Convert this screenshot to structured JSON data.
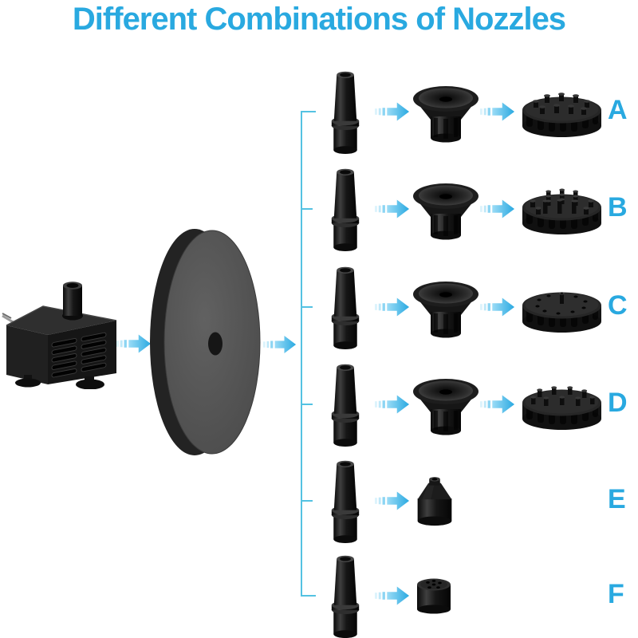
{
  "title": "Different Combinations of Nozzles",
  "colors": {
    "accent": "#29A9E0",
    "bracket_line": "#54C2E2",
    "arrow_gradient": [
      "#9BDCF6",
      "#2AA9E1"
    ],
    "part_black": "#151515",
    "disc_gray": "#545454",
    "background": "#FFFFFF"
  },
  "assembly_chain": {
    "pump": "submersible-water-pump",
    "float": "round-float-disc",
    "flow_note": "pump feeds float disc which feeds each nozzle combination"
  },
  "rows": [
    {
      "label": "A",
      "parts": [
        "riser-tube",
        "funnel-base-nozzle",
        "multi-jet-spray-head"
      ]
    },
    {
      "label": "B",
      "parts": [
        "riser-tube",
        "funnel-base-nozzle",
        "tiered-bubble-spray-head"
      ]
    },
    {
      "label": "C",
      "parts": [
        "riser-tube",
        "funnel-base-nozzle",
        "flat-ring-hole-spray-head"
      ]
    },
    {
      "label": "D",
      "parts": [
        "riser-tube",
        "funnel-base-nozzle",
        "crown-jet-spray-head"
      ]
    },
    {
      "label": "E",
      "parts": [
        "riser-tube",
        "single-jet-nozzle"
      ]
    },
    {
      "label": "F",
      "parts": [
        "riser-tube",
        "multi-hole-nozzle"
      ]
    }
  ]
}
